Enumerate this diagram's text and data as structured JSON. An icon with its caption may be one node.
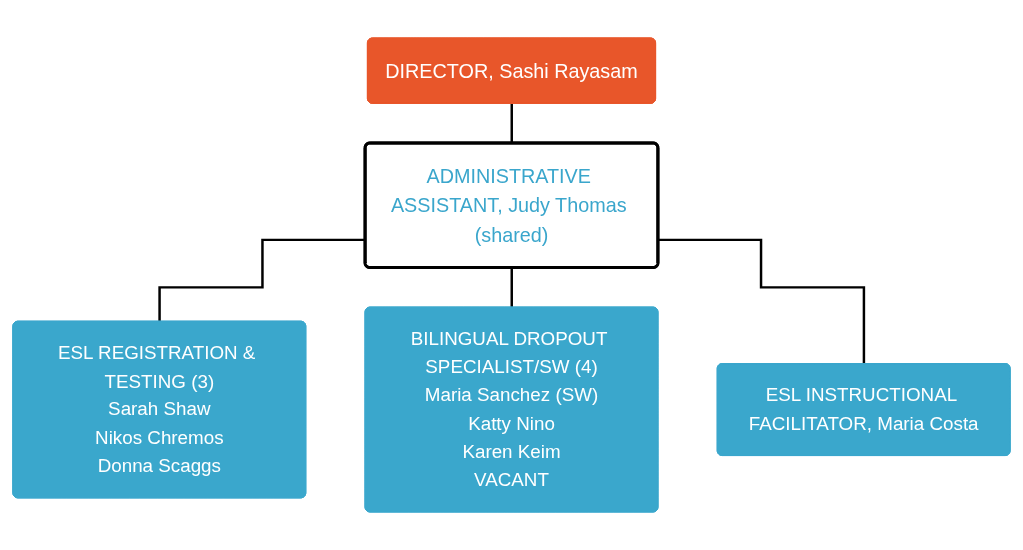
{
  "diagram": {
    "nodes": [
      {
        "text": [
          "DIRECTOR, Sashi Rayasam"
        ]
      },
      {
        "text": [
          "ADMINISTRATIVE ASSISTANT, Judy Thomas (shared)"
        ]
      },
      {
        "text": [
          "ESL REGISTRATION & TESTING (3)",
          "Sarah Shaw",
          "Nikos Chremos",
          "Donna Scaggs"
        ]
      },
      {
        "text": [
          "BILINGUAL DROPOUT SPECIALIST/SW (4)",
          "Maria Sanchez (SW)",
          "Katty Nino",
          "Karen Keim",
          "VACANT"
        ]
      },
      {
        "text": [
          "ESL INSTRUCTIONAL FACILITATOR, Maria Costa"
        ]
      }
    ],
    "edges": [
      {
        "from": 0,
        "to": 1,
        "arrow": "none"
      },
      {
        "from": 1,
        "to": 2,
        "arrow": "none"
      },
      {
        "from": 1,
        "to": 3,
        "arrow": "none"
      },
      {
        "from": 1,
        "to": 4,
        "arrow": "none"
      }
    ]
  }
}
